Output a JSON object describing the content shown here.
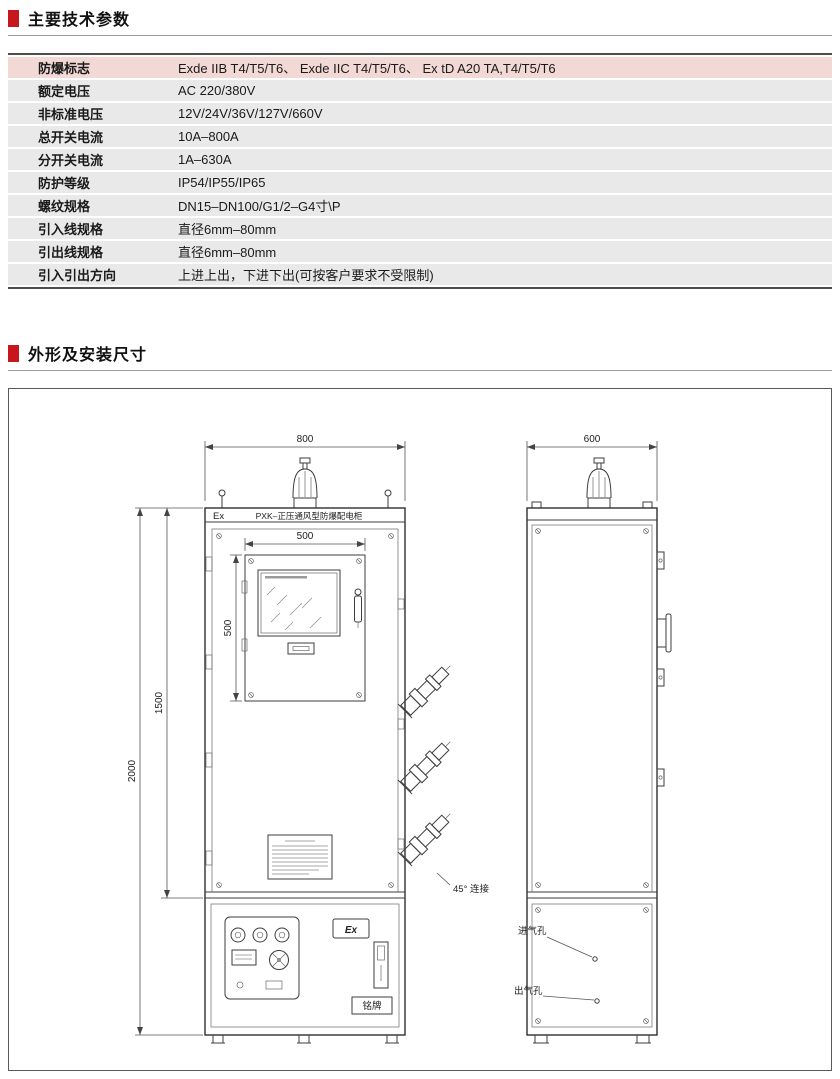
{
  "sections": {
    "params": {
      "title": "主要技术参数"
    },
    "dimensions": {
      "title": "外形及安装尺寸"
    }
  },
  "params_table": {
    "rows": [
      {
        "label": "防爆标志",
        "value": "Exde IIB T4/T5/T6、 Exde IIC T4/T5/T6、 Ex tD  A20 TA,T4/T5/T6"
      },
      {
        "label": "额定电压",
        "value": "AC 220/380V"
      },
      {
        "label": "非标准电压",
        "value": "12V/24V/36V/127V/660V"
      },
      {
        "label": "总开关电流",
        "value": "10A–800A"
      },
      {
        "label": "分开关电流",
        "value": "1A–630A"
      },
      {
        "label": "防护等级",
        "value": "IP54/IP55/IP65"
      },
      {
        "label": "螺纹规格",
        "value": "DN15–DN100/G1/2–G4寸\\P"
      },
      {
        "label": "引入线规格",
        "value": "直径6mm–80mm"
      },
      {
        "label": "引出线规格",
        "value": "直径6mm–80mm"
      },
      {
        "label": "引入引出方向",
        "value": "上进上出，下进下出(可按客户要求不受限制)"
      }
    ]
  },
  "drawing": {
    "dims": {
      "front_width": "800",
      "side_width": "600",
      "panel_width": "500",
      "panel_height": "500",
      "door_height": "1500",
      "total_height": "2000"
    },
    "labels": {
      "ex_front": "Ex",
      "cabinet_title": "PXK–正压通风型防爆配电柜",
      "ex_mark": "Ex",
      "nameplate": "铭牌",
      "angle_note": "45°  连接",
      "air_inlet": "进气孔",
      "air_outlet": "出气孔"
    },
    "colors": {
      "accent_red": "#c8161d",
      "line_dark": "#333333"
    }
  }
}
